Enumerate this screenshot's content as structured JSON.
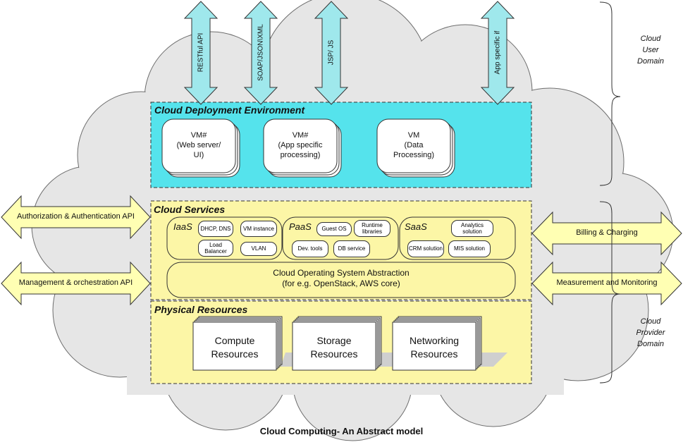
{
  "top_arrows": [
    "RESTful API",
    "SOAP/JSON\\XML",
    "JSP/ JS",
    "App specific if"
  ],
  "user_domain": [
    "Cloud",
    "User",
    "Domain"
  ],
  "provider_domain": [
    "Cloud",
    "Provider",
    "Domain"
  ],
  "deployment": {
    "title": "Cloud Deployment Environment",
    "vms": [
      [
        "VM#",
        "(Web server/",
        "UI)"
      ],
      [
        "VM#",
        "(App specific",
        "processing)"
      ],
      [
        "VM",
        "(Data",
        "Processing)"
      ]
    ]
  },
  "services": {
    "title": "Cloud Services",
    "iaas": {
      "label": "IaaS",
      "items": [
        "DHCP, DNS",
        "VM instance",
        "Load Balancer",
        "VLAN"
      ]
    },
    "paas": {
      "label": "PaaS",
      "items": [
        "Guest OS",
        "Runtime libraries",
        "Dev. tools",
        "DB service"
      ]
    },
    "saas": {
      "label": "SaaS",
      "items": [
        "Analytics solution",
        "CRM solution",
        "MIS solution"
      ]
    },
    "os_abstraction": [
      "Cloud Operating System Abstraction",
      "(for e.g. OpenStack, AWS core)"
    ]
  },
  "physical": {
    "title": "Physical Resources",
    "items": [
      [
        "Compute",
        "Resources"
      ],
      [
        "Storage",
        "Resources"
      ],
      [
        "Networking",
        "Resources"
      ]
    ]
  },
  "left_arrows": [
    "Authorization & Authentication API",
    "Management & orchestration API"
  ],
  "right_arrows": [
    "Billing & Charging",
    "Measurement and Monitoring"
  ],
  "caption": "Cloud Computing- An Abstract model",
  "colors": {
    "cloud": "#e6e6e6",
    "deployment": "#55e3ec",
    "services": "#fcf6a6",
    "arrow": "#ffffb3",
    "arrow_top": "#9fe8ec"
  }
}
